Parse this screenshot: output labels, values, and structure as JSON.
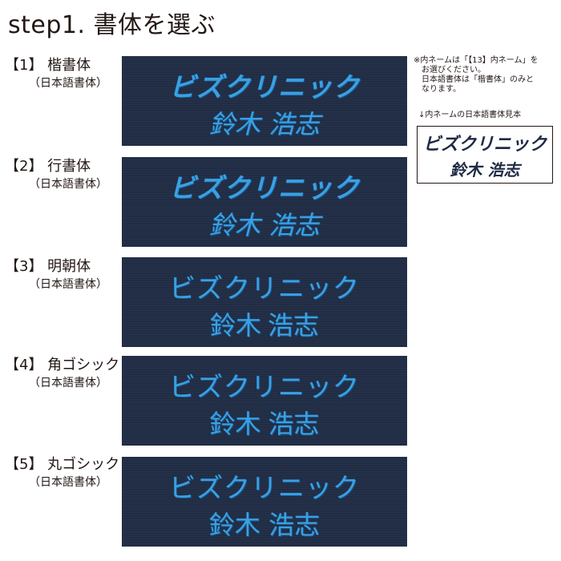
{
  "title": "step1. 書体を選ぶ",
  "rows": [
    {
      "label": "【1】 楷書体",
      "sub": "（日本語書体）",
      "line1": "ビズクリニック",
      "line2": "鈴木 浩志"
    },
    {
      "label": "【2】 行書体",
      "sub": "（日本語書体）",
      "line1": "ビズクリニック",
      "line2": "鈴木 浩志"
    },
    {
      "label": "【3】 明朝体",
      "sub": "（日本語書体）",
      "line1": "ビズクリニック",
      "line2": "鈴木 浩志"
    },
    {
      "label": "【4】 角ゴシック",
      "sub": "（日本語書体）",
      "line1": "ビズクリニック",
      "line2": "鈴木 浩志"
    },
    {
      "label": "【5】 丸ゴシック",
      "sub": "（日本語書体）",
      "line1": "ビズクリニック",
      "line2": "鈴木 浩志"
    }
  ],
  "note": {
    "lines": [
      "※内ネームは「【13】内ネーム」を",
      "お選びください。",
      "日本語書体は「楷書体」のみと",
      "なります。"
    ],
    "sample_caption": "↓内ネームの日本語書体見本",
    "sample_line1": "ビズクリニック",
    "sample_line2": "鈴木 浩志"
  },
  "colors": {
    "panel_bg": "#202d45",
    "embroidery_text": "#3aa0e2",
    "sample_text": "#1f2a44"
  }
}
